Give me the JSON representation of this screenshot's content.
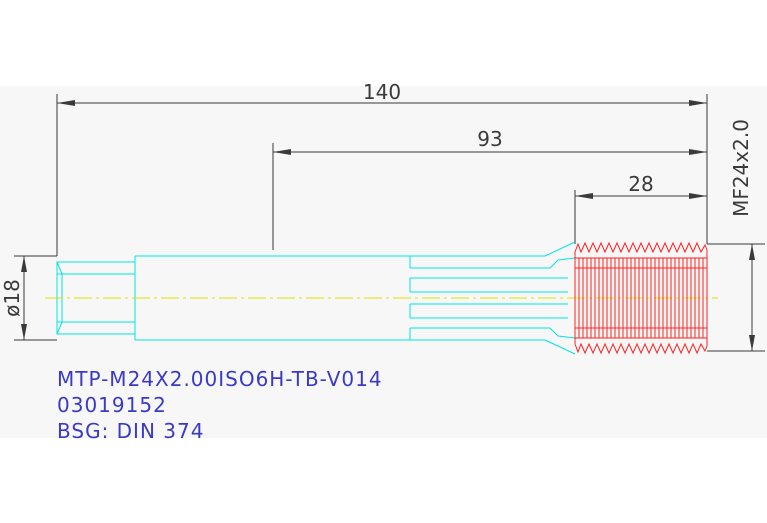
{
  "colors": {
    "background": "#f7f7f7",
    "dimension": "#3a3a3a",
    "outline": "#00e5e5",
    "thread": "#ff2222",
    "centerline": "#e0e000",
    "text": "#3a3ac8"
  },
  "dimensions": {
    "overall_length": "140",
    "length_93": "93",
    "thread_length": "28",
    "shank_diameter": "ø18",
    "thread_spec": "MF24x2.0"
  },
  "info": {
    "part_code": "MTP-M24X2.00ISO6H-TB-V014",
    "article_number": "03019152",
    "standard": "BSG: DIN  374"
  }
}
